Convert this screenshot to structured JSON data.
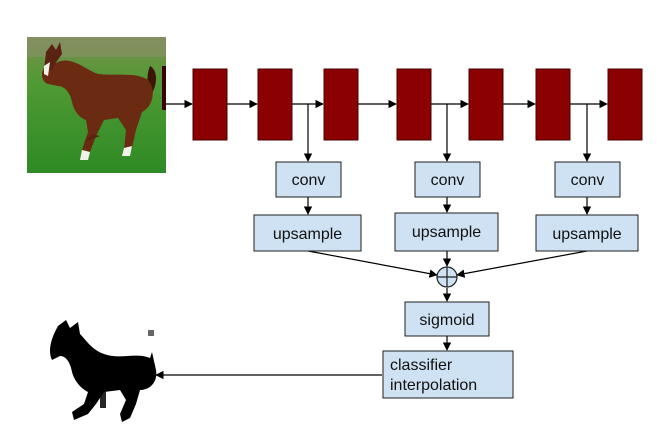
{
  "colors": {
    "layer_fill": "#8b0000",
    "box_fill": "#cfe2f3",
    "box_stroke": "#1f1f1f",
    "arrow": "#000000",
    "grass": "#3f9a2a",
    "horse": "#6b2a12",
    "mask": "#000000"
  },
  "images": {
    "input_photo": "horse-photo",
    "output_mask": "horse-silhouette-mask"
  },
  "branches": [
    {
      "conv_label": "conv",
      "upsample_label": "upsample"
    },
    {
      "conv_label": "conv",
      "upsample_label": "upsample"
    },
    {
      "conv_label": "conv",
      "upsample_label": "upsample"
    }
  ],
  "merge": {
    "symbol": "⊕"
  },
  "sigmoid": {
    "label": "sigmoid"
  },
  "classifier": {
    "label_line1": "classifier",
    "label_line2": "interpolation"
  }
}
